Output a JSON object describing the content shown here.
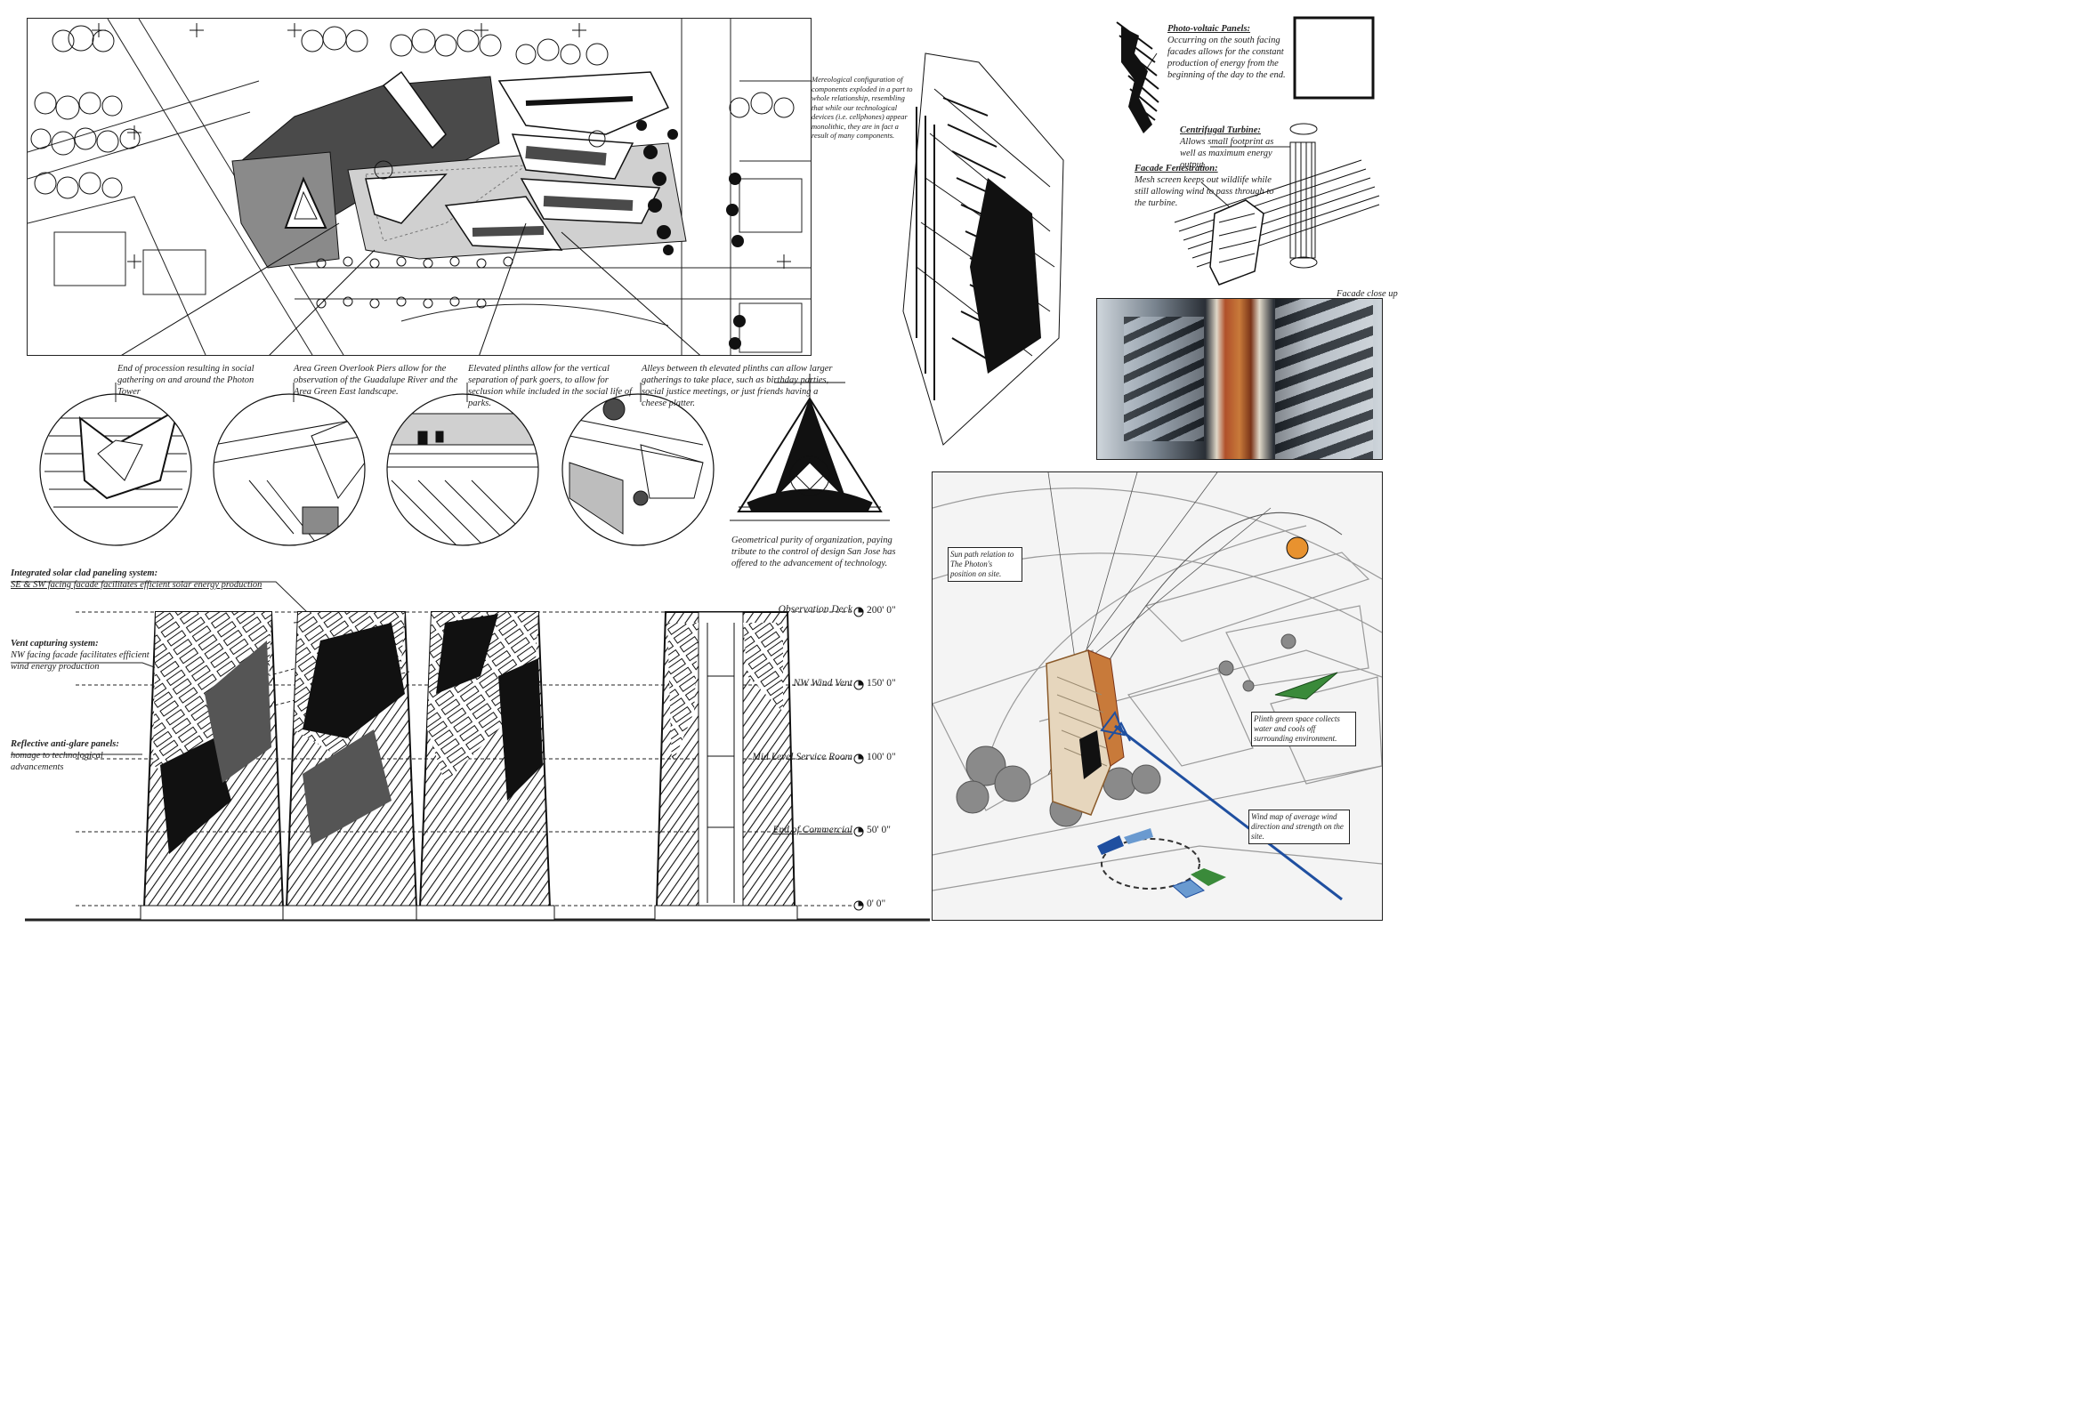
{
  "colors": {
    "ink": "#111111",
    "dark_fill": "#4a4a4a",
    "mid_fill": "#8a8a8a",
    "light_fill": "#bdbdbd",
    "copper": "#c87a3a",
    "orange_sun": "#e8922f",
    "wind_blue": "#1f4fa0",
    "plinth_green": "#3a8a3a",
    "glass_dark": "#2a2f36",
    "glass_light": "#cfd6dc"
  },
  "icons": [
    "north-arrow-icon",
    "level-marker-icon",
    "photovoltaic-panel-icon",
    "centrifugal-turbine-icon",
    "facade-fenestration-icon",
    "sun-icon",
    "wind-arrow-icon"
  ],
  "site_plan": {
    "caption": "Mereological configuration of  components exploded in a part to whole relationship, resembling that while our technological devices (i.e. cellphones) appear monolithic, they are in fact a result of many components."
  },
  "details": [
    {
      "text": "End of procession resulting in social gathering on and around the Photon Tower"
    },
    {
      "text": "Area Green Overlook Piers allow for the observation of the Guadalupe River and the Area Green East landscape."
    },
    {
      "text": "Elevated plinths allow for the vertical separation of park goers, to allow for seclusion while included in the social life of parks."
    },
    {
      "text": "Alleys between th elevated plinths can allow larger gatherings to take place, such as birthday parties, social justice meetings, or just friends having a cheese platter."
    }
  ],
  "plan_caption": "Geometrical purity of organization, paying tribute to the control of design San Jose has offered to the advancement of technology.",
  "components": {
    "pv_title": "Photo-voltaic Panels:",
    "pv_text": "Occurring on the south facing facades allows for the constant production of energy from the beginning of the day to the end.",
    "turbine_title": "Centrifugal Turbine:",
    "turbine_text": "Allows small footprint as well as maximum energy output.",
    "fen_title": "Facade Fenestration:",
    "fen_text": "Mesh screen keeps out wildlife while still allowing wind to pass through to the turbine."
  },
  "facade_label": "Facade close up",
  "render_notes": {
    "sun": "Sun path relation to The Photon's position on site.",
    "plinth": "Plinth green space collects water and cools off surrounding environment.",
    "wind": "Wind map of average wind direction and strength on the site."
  },
  "elevation_notes": [
    {
      "title": "Integrated solar clad paneling system:",
      "text": "SE & SW facing facade facilitates efficient  solar energy production"
    },
    {
      "title": "Vent capturing system:",
      "text": "NW facing facade facilitates efficient wind energy production"
    },
    {
      "title": "Reflective anti-glare panels:",
      "text": "homage to technological advancements"
    }
  ],
  "levels": [
    {
      "name": "Observation Deck",
      "elev": "200' 0\""
    },
    {
      "name": "NW Wind Vent",
      "elev": "150' 0\""
    },
    {
      "name": "Mid Level Service Room",
      "elev": "100' 0\""
    },
    {
      "name": "End of  Commercial",
      "elev": "50' 0\""
    },
    {
      "name": "",
      "elev": "0' 0\""
    }
  ]
}
